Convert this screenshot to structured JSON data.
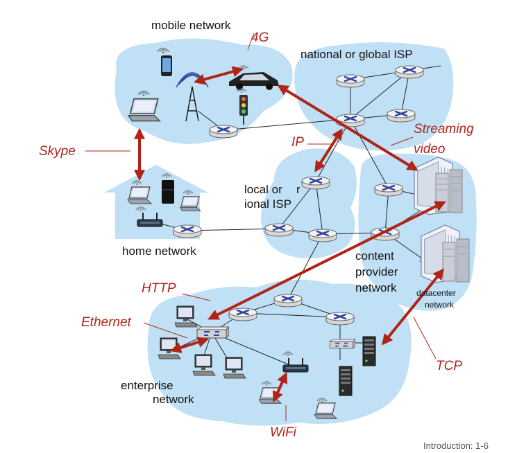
{
  "regions": {
    "mobile": "mobile network",
    "national": "national or global ISP",
    "regional_line1": "local or",
    "regional_line1b": "r",
    "regional_line2": "ional ISP",
    "home": "home network",
    "content_line1": "content",
    "content_line2": "provider",
    "content_line3": "network",
    "datacenter_line1": "datacenter",
    "datacenter_line2": "network",
    "enterprise_line1": "enterprise",
    "enterprise_line2": "network"
  },
  "protocols": {
    "g4": "4G",
    "skype": "Skype",
    "ip": "IP",
    "streaming_line1": "Streaming",
    "streaming_line2": "video",
    "http": "HTTP",
    "ethernet": "Ethernet",
    "tcp": "TCP",
    "wifi": "WiFi"
  },
  "footer": "Introduction: 1-6",
  "colors": {
    "cloud": "#bfe0f5",
    "protocol": "#b02418",
    "arrow": "#b02418",
    "router_x": "#2a3fa0",
    "link": "#222222"
  }
}
